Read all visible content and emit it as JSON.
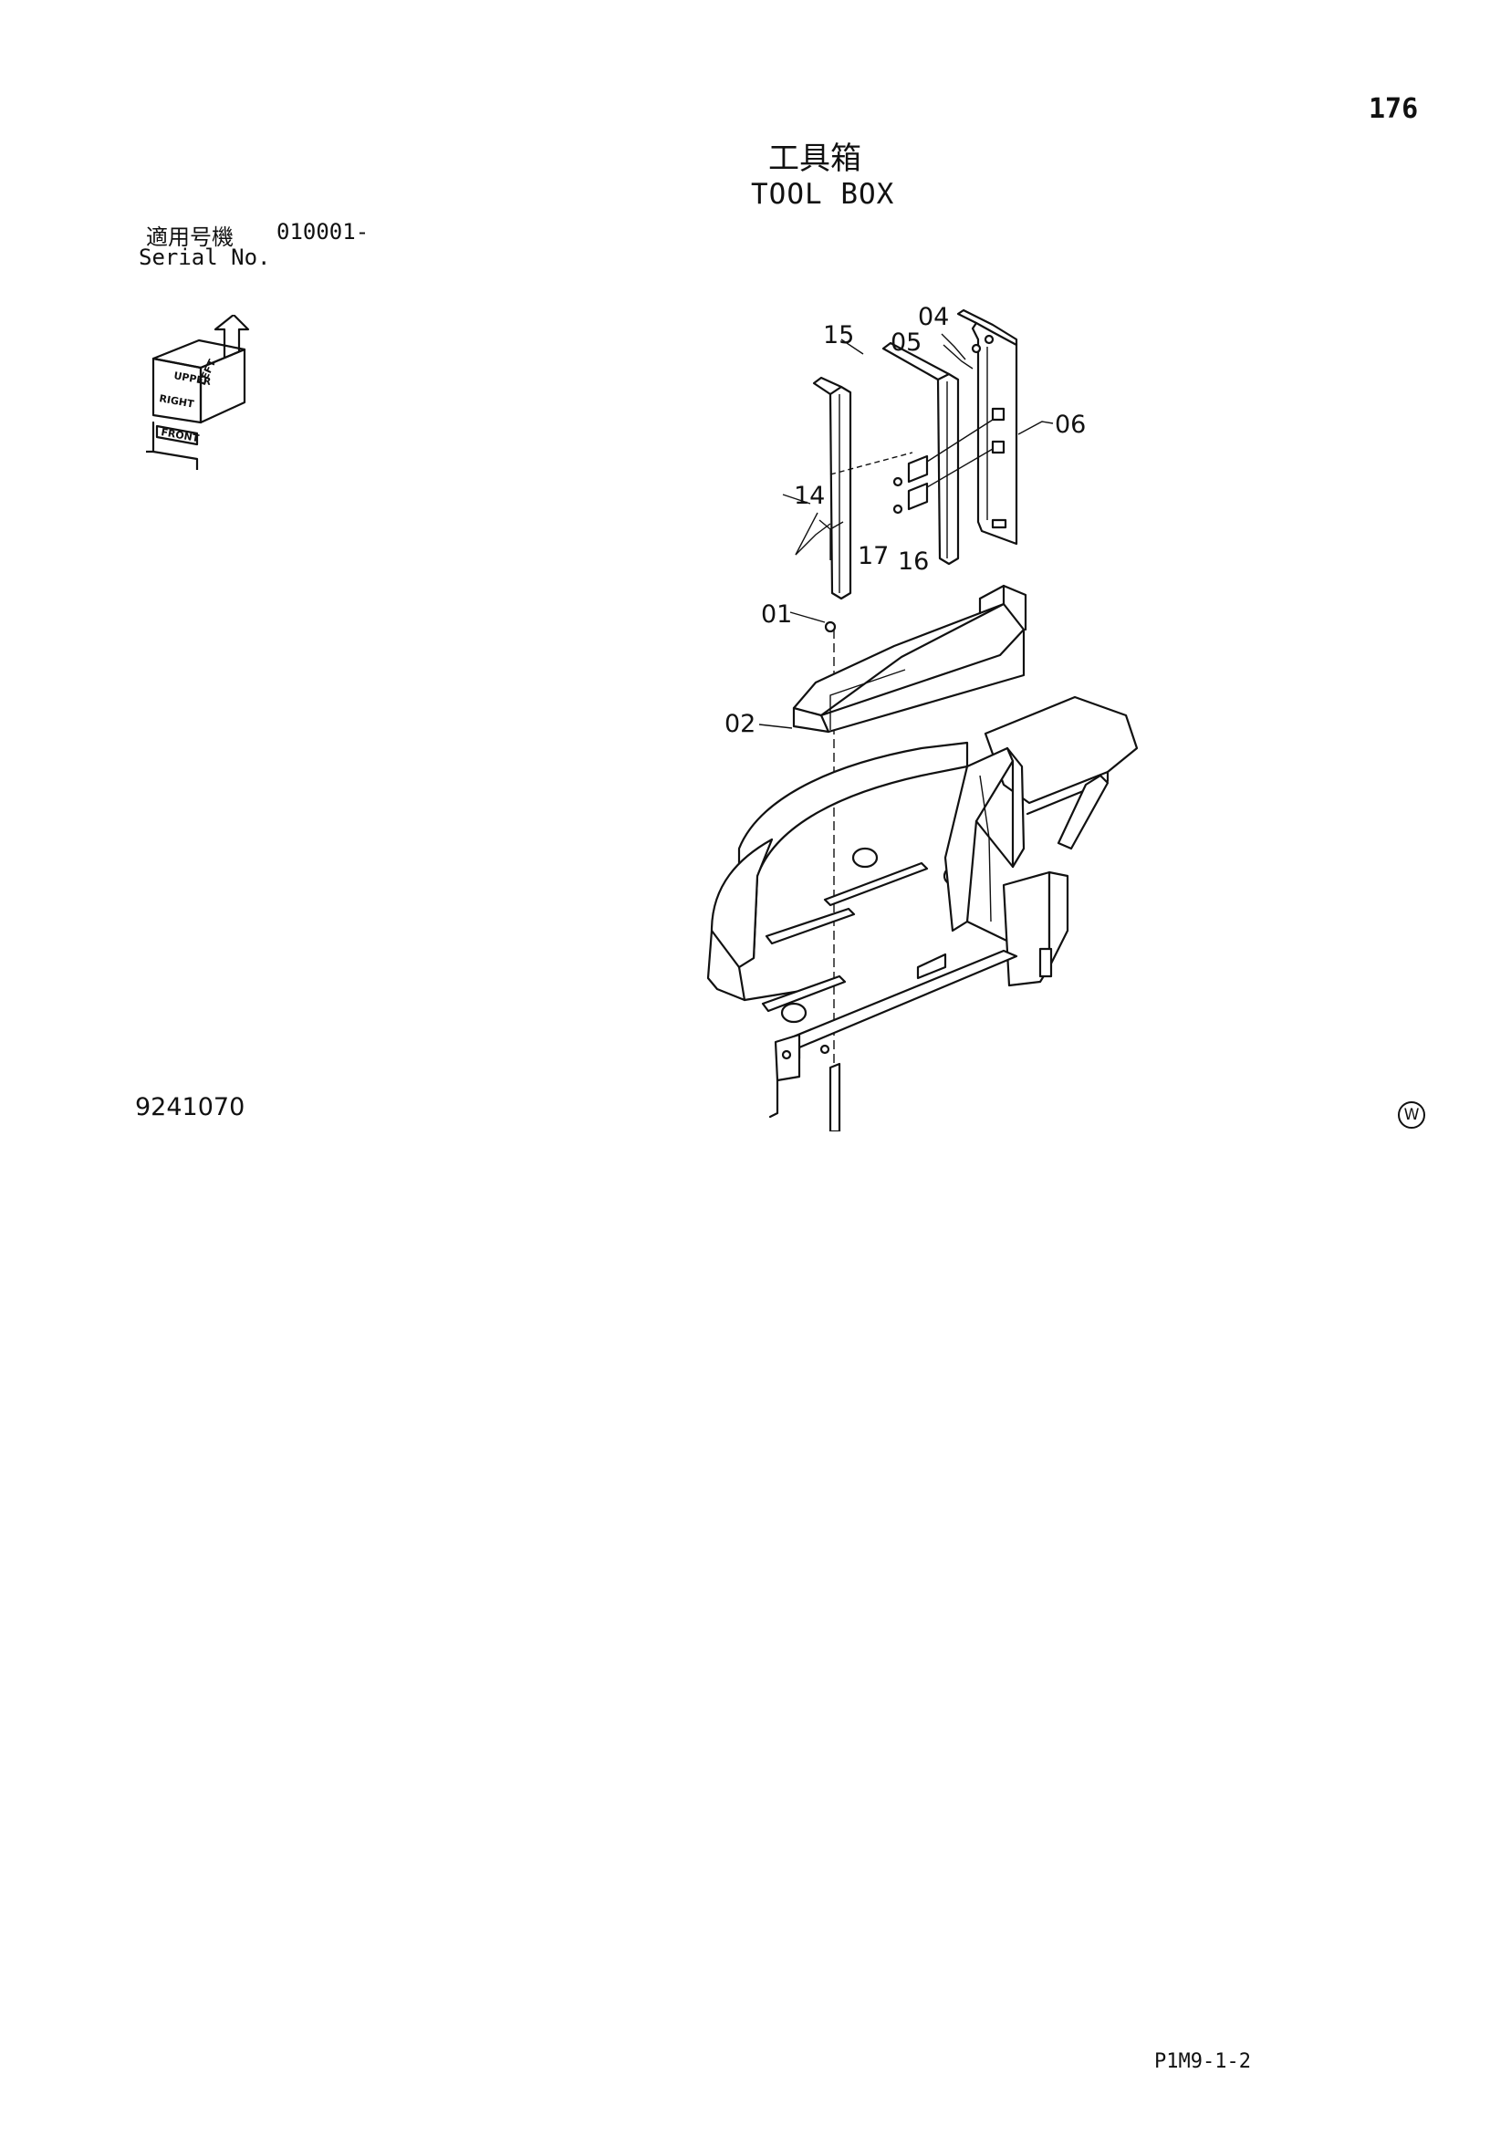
{
  "header": {
    "page_number": "176",
    "title_ja": "工具箱",
    "title_en": "TOOL BOX"
  },
  "serial": {
    "label_ja": "適用号機",
    "value": "010001-",
    "label_en": "Serial No."
  },
  "orientation_icon": {
    "icon": "orientation-cube-icon",
    "labels": [
      "FRONT",
      "RIGHT",
      "UPPER",
      "LEFT"
    ]
  },
  "diagram": {
    "callouts": [
      "04",
      "15",
      "05",
      "06",
      "14",
      "17",
      "16",
      "01",
      "02"
    ]
  },
  "footer": {
    "drawing_number": "9241070",
    "mark": "W",
    "code": "P1M9-1-2"
  }
}
